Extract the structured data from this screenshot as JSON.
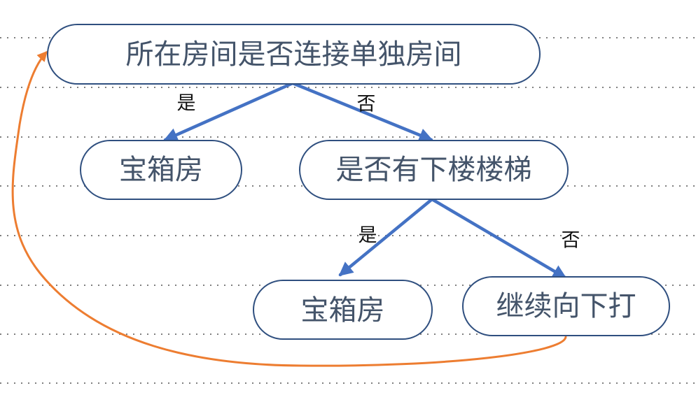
{
  "nodes": {
    "root": "所在房间是否连接单独房间",
    "treasure_left": "宝箱房",
    "stairs_check": "是否有下楼楼梯",
    "treasure_bottom": "宝箱房",
    "continue": "继续向下打"
  },
  "edges": {
    "root_yes": "是",
    "root_no": "否",
    "stairs_yes": "是",
    "stairs_no": "否"
  },
  "colors": {
    "node_border": "#2f4f7f",
    "node_text": "#44546a",
    "arrow": "#4472c4",
    "loop_arrow": "#ed7d31",
    "dotted_line": "#7f7f7f"
  }
}
